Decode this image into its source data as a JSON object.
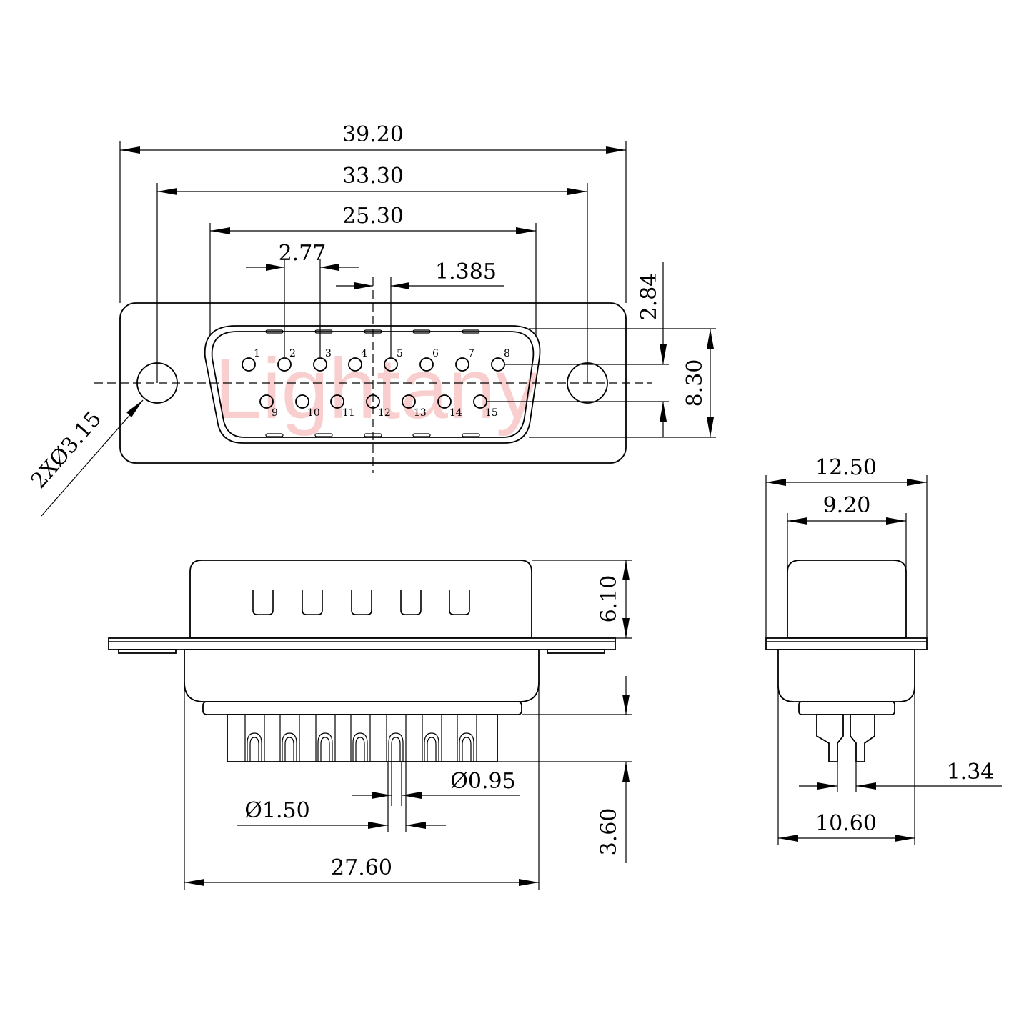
{
  "watermark": "Lightany",
  "front_view": {
    "dims": {
      "overall_width": "39.20",
      "mount_hole_pitch": "33.30",
      "shell_width": "25.30",
      "pin_pitch": "2.77",
      "row_offset": "1.385",
      "row_spacing": "2.84",
      "shell_height": "8.30",
      "mount_hole": "2XØ3.15"
    },
    "pins_top": [
      "1",
      "2",
      "3",
      "4",
      "5",
      "6",
      "7",
      "8"
    ],
    "pins_bottom": [
      "9",
      "10",
      "11",
      "12",
      "13",
      "14",
      "15"
    ]
  },
  "side_view": {
    "dims": {
      "shell_depth": "6.10",
      "tail_length": "3.60",
      "body_width": "27.60",
      "pin_diameter_small": "Ø0.95",
      "pin_diameter_large": "Ø1.50"
    }
  },
  "end_view": {
    "dims": {
      "flange_width": "12.50",
      "shell_width": "9.20",
      "body_width": "10.60",
      "row_pitch": "1.34"
    }
  }
}
